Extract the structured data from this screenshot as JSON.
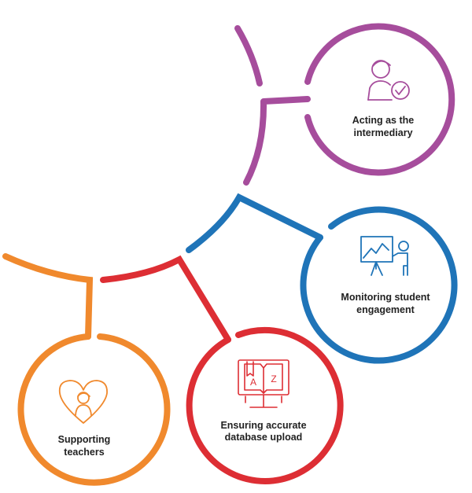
{
  "colors": {
    "purple": "#A64D9C",
    "blue": "#1F74B8",
    "red": "#DD2E34",
    "orange": "#F0892D",
    "text": "#222222"
  },
  "nodes": {
    "intermediary": {
      "label_line1": "Acting as the",
      "label_line2": "intermediary",
      "icon": "person-checkmark-icon",
      "color": "#A64D9C"
    },
    "engagement": {
      "label_line1": "Monitoring student",
      "label_line2": "engagement",
      "icon": "presentation-board-icon",
      "color": "#1F74B8"
    },
    "database": {
      "label_line1": "Ensuring accurate",
      "label_line2": "database upload",
      "icon": "dictionary-monitor-icon",
      "color": "#DD2E34"
    },
    "teachers": {
      "label_line1": "Supporting",
      "label_line2": "teachers",
      "icon": "heart-person-icon",
      "color": "#F0892D"
    }
  },
  "icon_text": {
    "book_letter_left": "A",
    "book_letter_right": "Z"
  }
}
